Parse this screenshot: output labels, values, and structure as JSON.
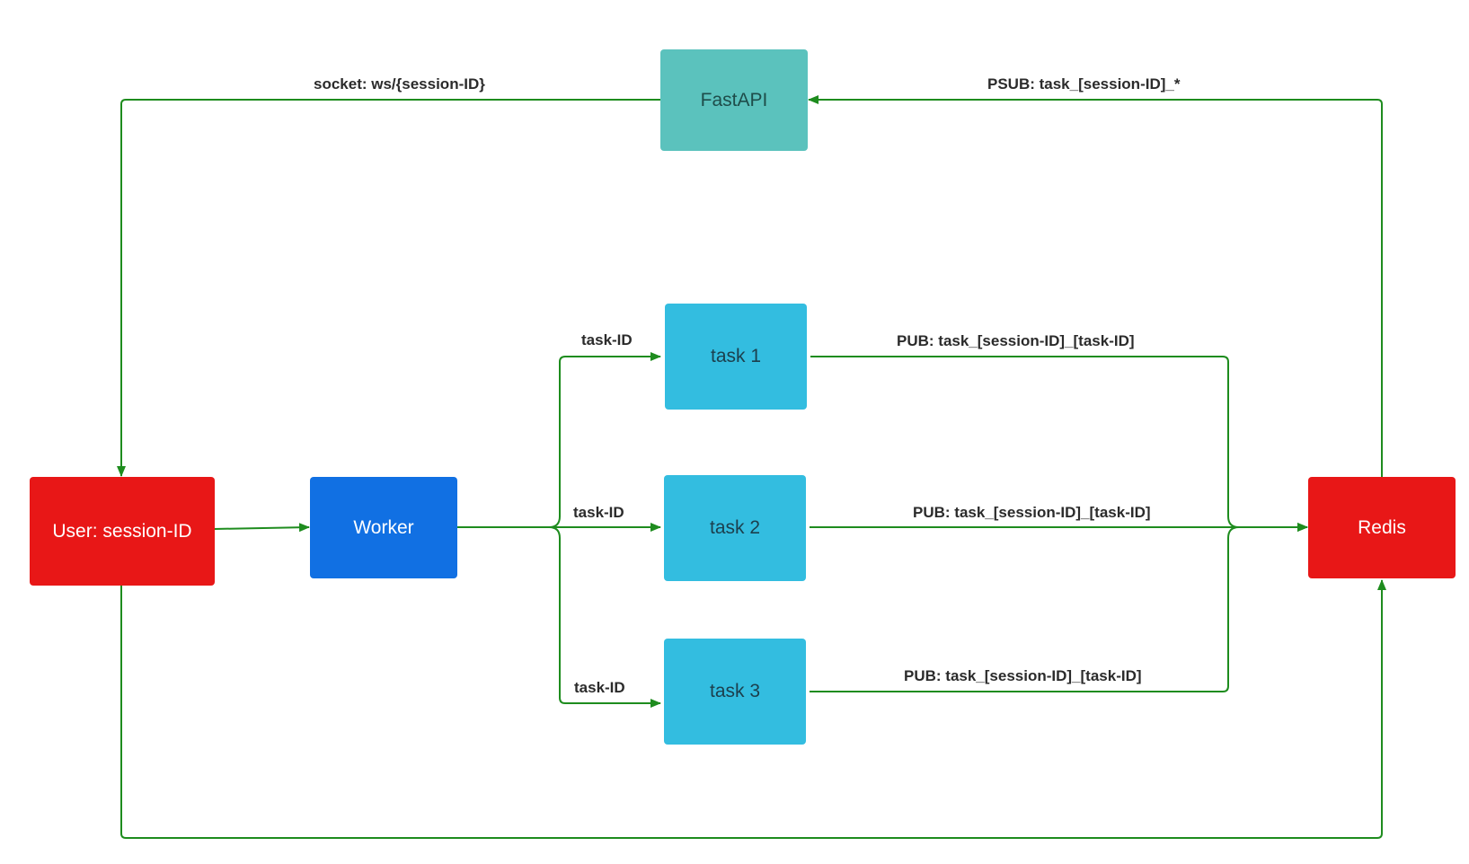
{
  "colors": {
    "edge": "#1e8c1e",
    "user_fill": "#e81717",
    "worker_fill": "#1170e3",
    "fastapi_fill": "#5bc2bd",
    "task_fill": "#33bde0",
    "redis_fill": "#e81717",
    "label_text": "#2b2b2b"
  },
  "nodes": {
    "user": "User: session-ID",
    "worker": "Worker",
    "fastapi": "FastAPI",
    "task1": "task 1",
    "task2": "task 2",
    "task3": "task 3",
    "redis": "Redis"
  },
  "edges": {
    "fastapi_to_user": "socket: ws/{session-ID}",
    "redis_to_fastapi": "PSUB: task_[session-ID]_*",
    "worker_to_task1": "task-ID",
    "worker_to_task2": "task-ID",
    "worker_to_task3": "task-ID",
    "task1_to_redis": "PUB: task_[session-ID]_[task-ID]",
    "task2_to_redis": "PUB: task_[session-ID]_[task-ID]",
    "task3_to_redis": "PUB: task_[session-ID]_[task-ID]"
  }
}
